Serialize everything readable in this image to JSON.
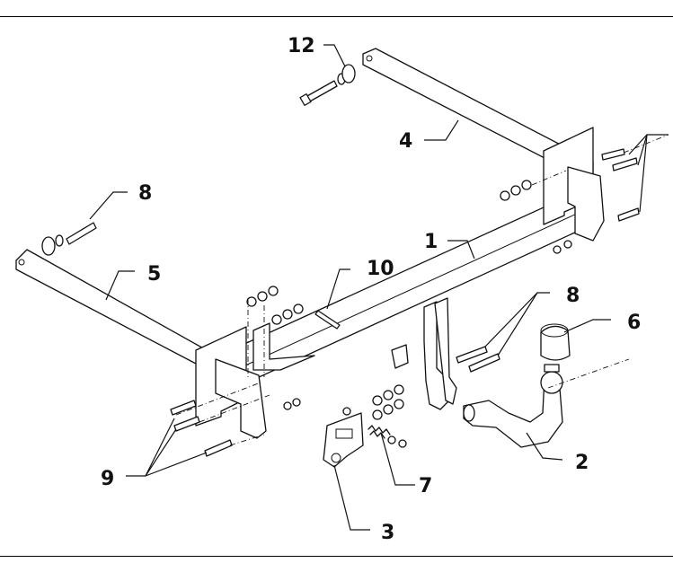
{
  "diagram": {
    "callouts": [
      {
        "id": "c1",
        "text": "1"
      },
      {
        "id": "c2",
        "text": "2"
      },
      {
        "id": "c3",
        "text": "3"
      },
      {
        "id": "c4",
        "text": "4"
      },
      {
        "id": "c5",
        "text": "5"
      },
      {
        "id": "c6",
        "text": "6"
      },
      {
        "id": "c7",
        "text": "7"
      },
      {
        "id": "c8a",
        "text": "8"
      },
      {
        "id": "c8b",
        "text": "8"
      },
      {
        "id": "c9",
        "text": "9"
      },
      {
        "id": "c10",
        "text": "10"
      },
      {
        "id": "c12",
        "text": "12"
      }
    ]
  }
}
